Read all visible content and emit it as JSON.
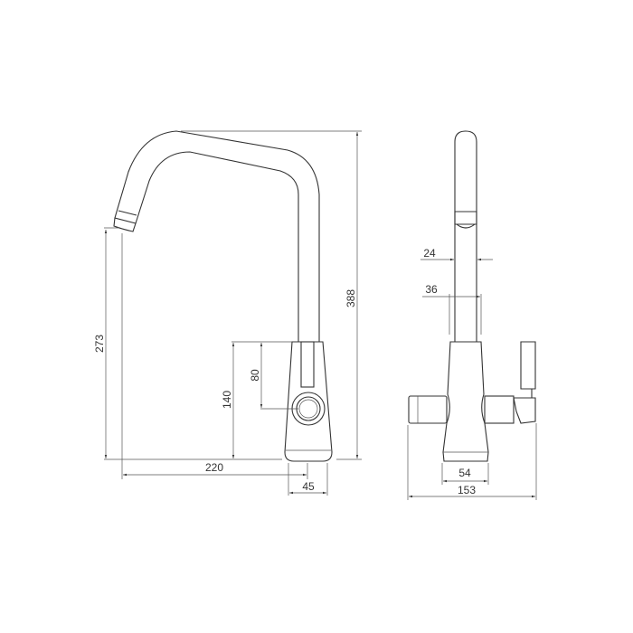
{
  "side_view": {
    "dimensions": {
      "total_height": "388",
      "spout_height": "273",
      "body_height": "140",
      "handle_height": "80",
      "spout_reach": "220",
      "base_diameter": "45"
    }
  },
  "front_view": {
    "dimensions": {
      "spout_width": "24",
      "spout_base_width": "36",
      "base_width": "54",
      "overall_width": "153"
    }
  },
  "colors": {
    "line": "#333333",
    "background": "#ffffff"
  }
}
